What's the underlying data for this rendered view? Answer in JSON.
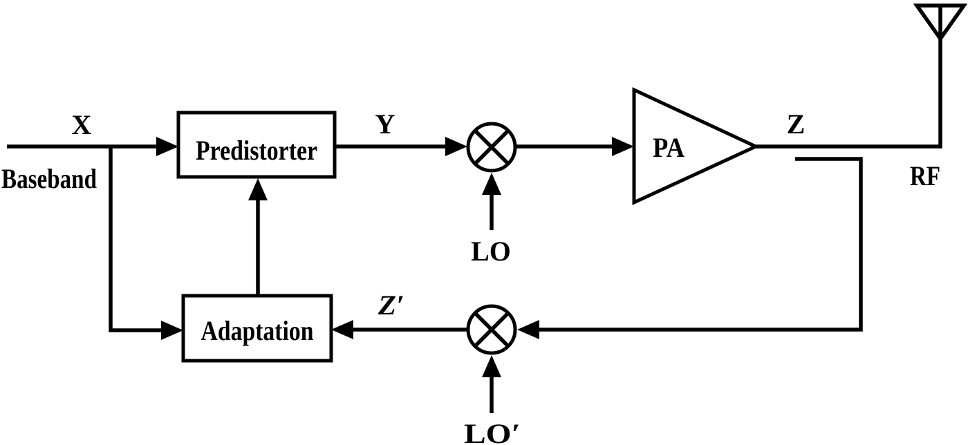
{
  "diagram": {
    "type": "block-diagram",
    "colors": {
      "line": "#000000",
      "background": "#ffffff"
    },
    "blocks": {
      "predistorter": "Predistorter",
      "adaptation": "Adaptation",
      "power_amplifier": "PA"
    },
    "signals": {
      "input": "X",
      "input_domain": "Baseband",
      "predistorted": "Y",
      "lo_forward": "LO",
      "pa_output": "Z",
      "rf_domain": "RF",
      "feedback": "Z′",
      "lo_feedback": "LO′"
    }
  }
}
